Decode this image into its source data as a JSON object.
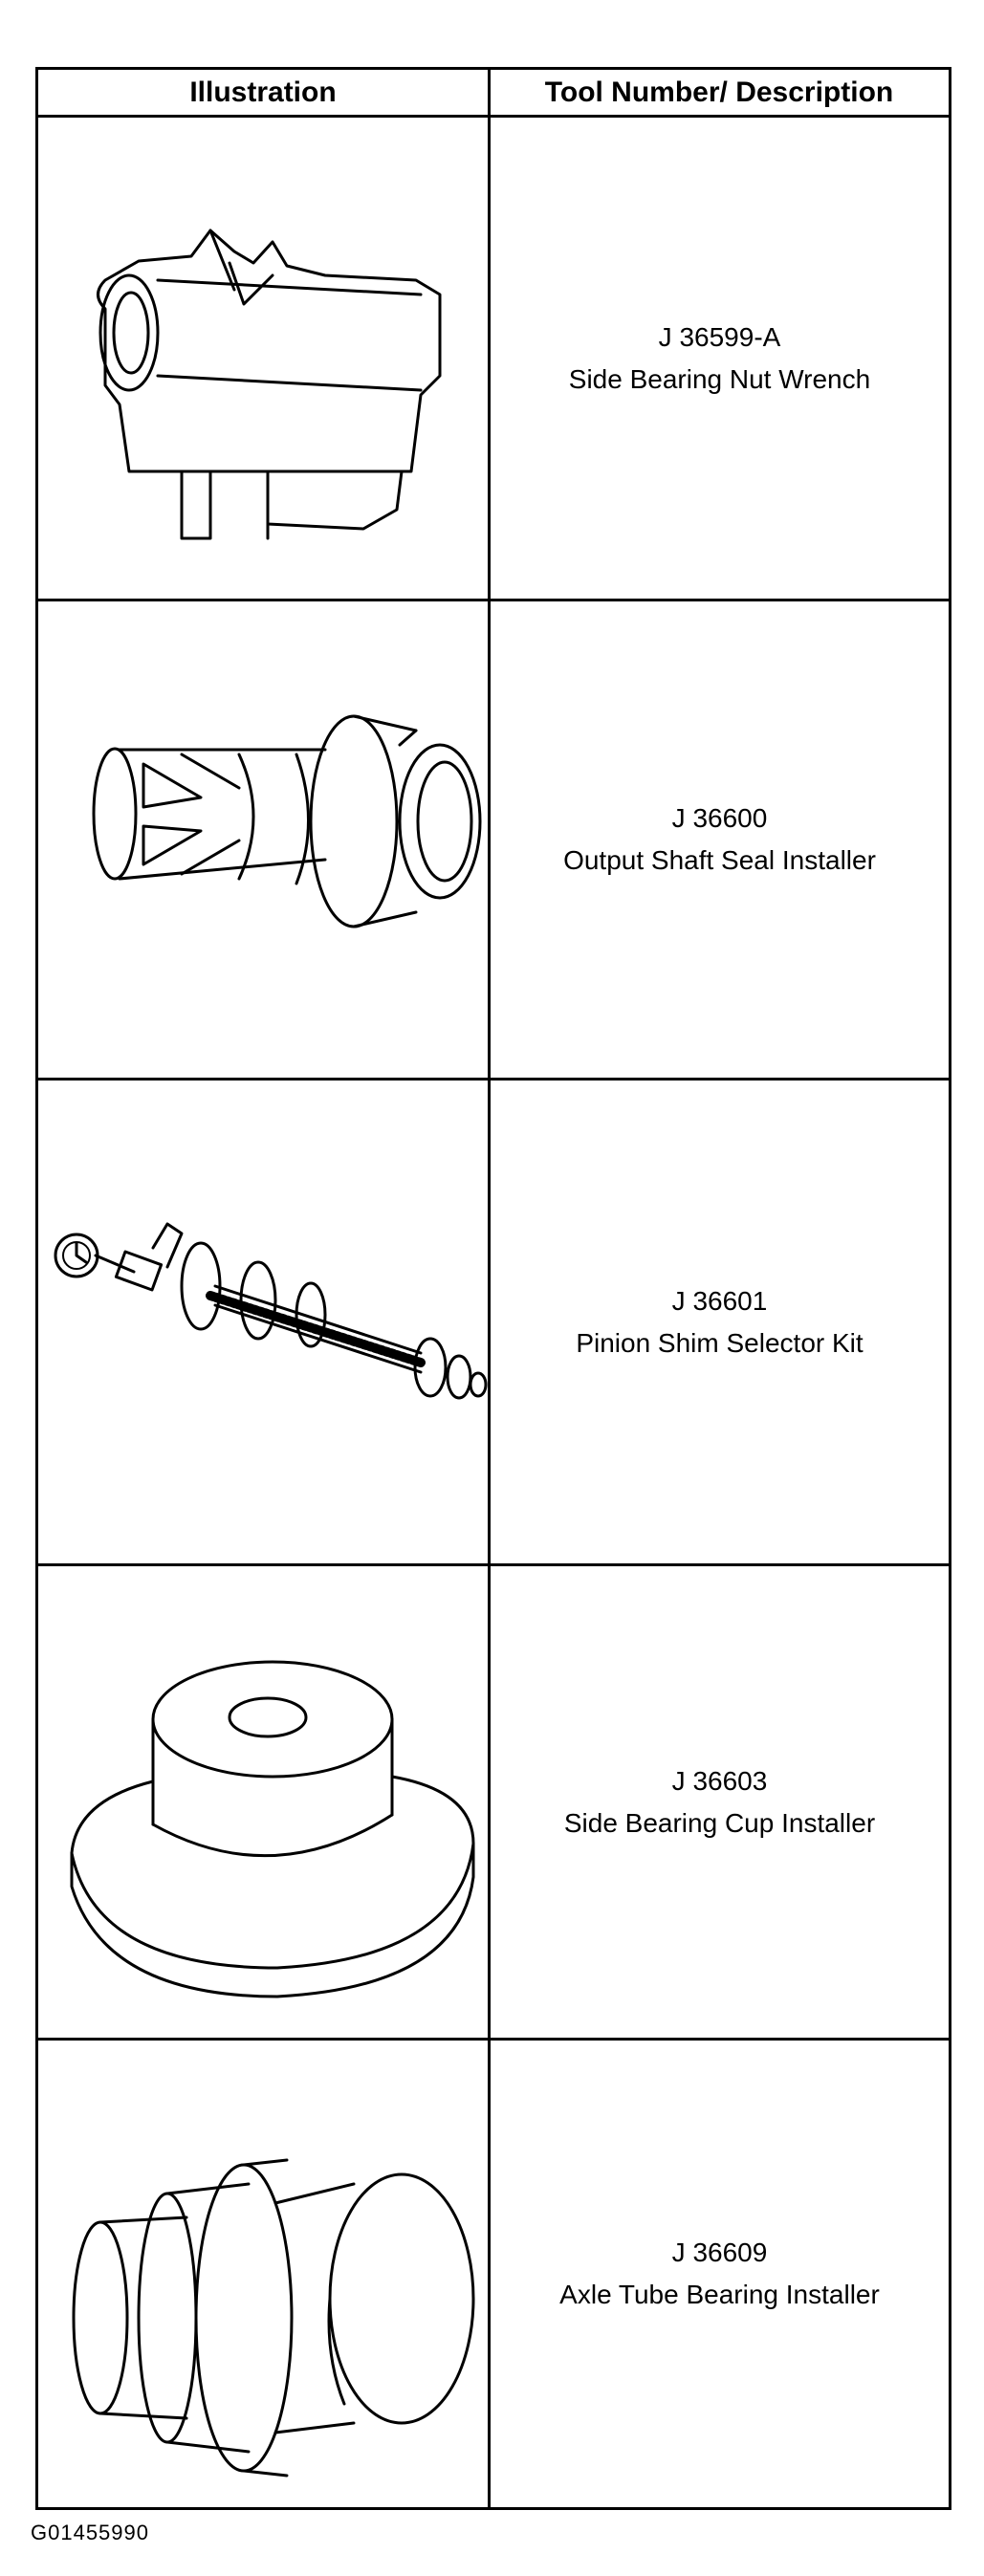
{
  "table": {
    "headers": {
      "illustration": "Illustration",
      "description": "Tool Number/ Description"
    },
    "rows": [
      {
        "tool_number": "J 36599-A",
        "description": "Side Bearing Nut Wrench",
        "icon": "nut-wrench-icon"
      },
      {
        "tool_number": "J 36600",
        "description": "Output Shaft Seal Installer",
        "icon": "seal-installer-icon"
      },
      {
        "tool_number": "J 36601",
        "description": "Pinion Shim Selector Kit",
        "icon": "shim-selector-icon"
      },
      {
        "tool_number": "J 36603",
        "description": "Side Bearing Cup Installer",
        "icon": "cup-installer-icon"
      },
      {
        "tool_number": "J 36609",
        "description": "Axle Tube Bearing Installer",
        "icon": "tube-bearing-installer-icon"
      }
    ]
  },
  "figure_id": "G01455990"
}
